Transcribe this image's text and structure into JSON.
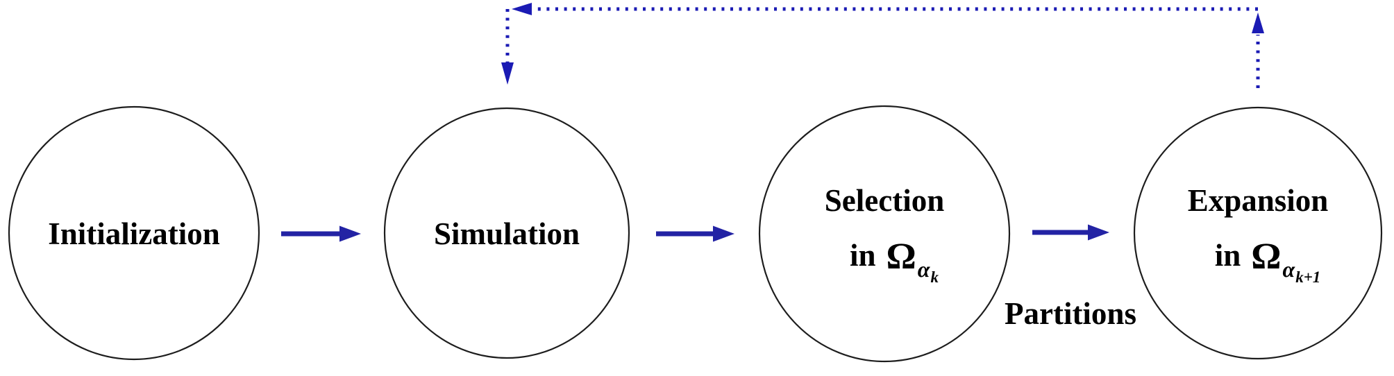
{
  "diagram": {
    "nodes": [
      {
        "label": "Initialization"
      },
      {
        "label": "Simulation"
      },
      {
        "line1": "Selection",
        "prefix": "in",
        "omega": "Ω",
        "alpha": "α",
        "sub": "k"
      },
      {
        "line1": "Expansion",
        "prefix": "in",
        "omega": "Ω",
        "alpha": "α",
        "sub": "k+1"
      }
    ],
    "partitions_label": "Partitions",
    "colors": {
      "arrow_solid": "#2323a4",
      "arrow_dotted": "#1b1bb4",
      "circle_stroke": "#1d1d1d",
      "circle_fill": "#ffffff",
      "text": "#000000",
      "background": "#ffffff"
    }
  }
}
